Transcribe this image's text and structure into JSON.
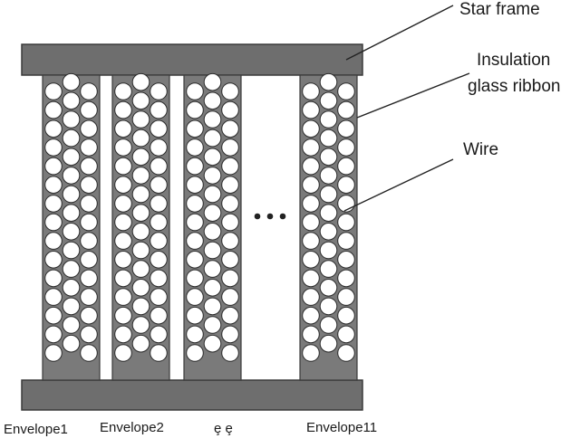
{
  "labels": {
    "star_frame": "Star frame",
    "insulation_line1": "Insulation",
    "insulation_line2": "glass ribbon",
    "wire": "Wire",
    "envelope1": "Envelope1",
    "envelope2": "Envelope2",
    "envelope_gap": "ȩ ȩ",
    "envelope11": "Envelope11"
  },
  "envelopes_shown": 4,
  "wire_rows_per_envelope": 15,
  "colors": {
    "frame": "#6e6e6e",
    "frame_stroke": "#3a3a3a",
    "ribbon": "#7a7a7a",
    "wire_fill": "#ffffff",
    "wire_stroke": "#2a2a2a",
    "text": "#1a1a1a"
  }
}
